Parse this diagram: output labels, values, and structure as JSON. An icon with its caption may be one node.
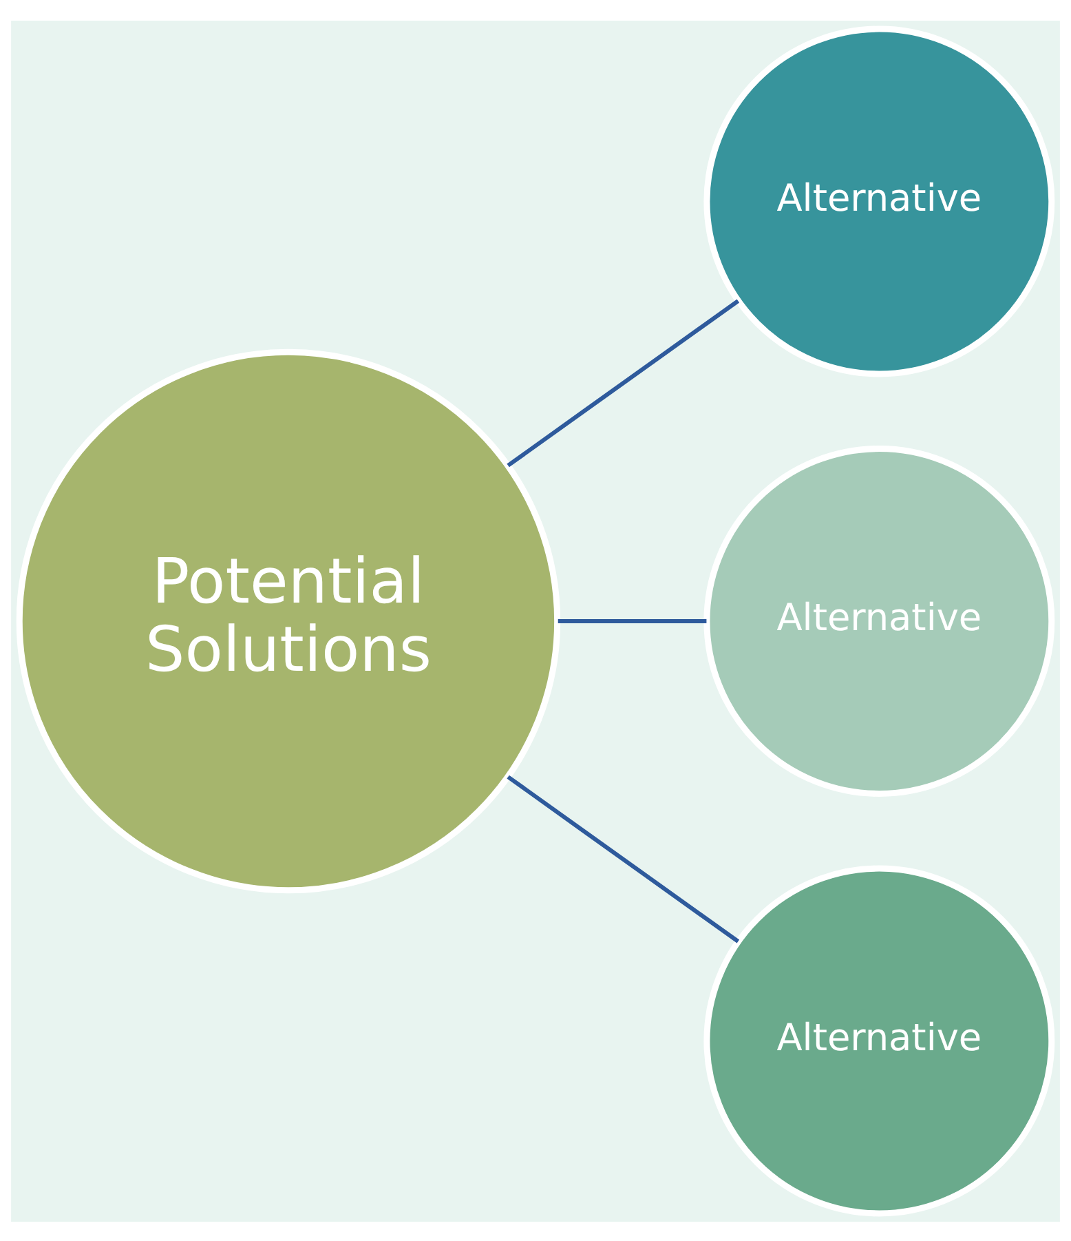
{
  "diagram": {
    "nodes": [
      {
        "text": [
          "Potential Solutions"
        ]
      },
      {
        "text": [
          "Alternative"
        ]
      },
      {
        "text": [
          "Alternative"
        ]
      },
      {
        "text": [
          "Alternative"
        ]
      }
    ],
    "edges": [
      {
        "from": 0,
        "to": 1,
        "arrow": "none"
      },
      {
        "from": 0,
        "to": 2,
        "arrow": "none"
      },
      {
        "from": 0,
        "to": 3,
        "arrow": "none"
      }
    ]
  }
}
